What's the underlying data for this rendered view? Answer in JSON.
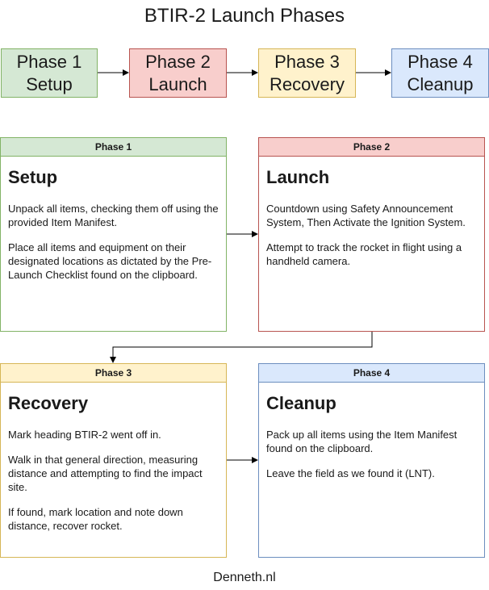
{
  "title": "BTIR-2 Launch Phases",
  "top_phases": [
    {
      "line1": "Phase 1",
      "line2": "Setup"
    },
    {
      "line1": "Phase 2",
      "line2": "Launch"
    },
    {
      "line1": "Phase 3",
      "line2": "Recovery"
    },
    {
      "line1": "Phase 4",
      "line2": "Cleanup"
    }
  ],
  "cards": [
    {
      "header": "Phase 1",
      "title": "Setup",
      "paragraphs": [
        "Unpack all items, checking them off using the provided Item Manifest.",
        "Place all items and equipment on their designated locations as dictated by the Pre-Launch Checklist found on the clipboard."
      ]
    },
    {
      "header": "Phase 2",
      "title": "Launch",
      "paragraphs": [
        "Countdown using Safety Announcement System, Then Activate the Ignition System.",
        "Attempt to track the rocket in flight using a handheld camera."
      ]
    },
    {
      "header": "Phase 3",
      "title": "Recovery",
      "paragraphs": [
        "Mark heading BTIR-2 went off in.",
        "Walk in that general direction, measuring distance and attempting to find the impact site.",
        "If found, mark location and note down distance, recover rocket."
      ]
    },
    {
      "header": "Phase 4",
      "title": "Cleanup",
      "paragraphs": [
        "Pack up all items using the Item Manifest found on the clipboard.",
        "Leave the field as we found it (LNT)."
      ]
    }
  ],
  "footer": "Denneth.nl",
  "colors": {
    "green_fill": "#d5e8d4",
    "green_stroke": "#82b366",
    "red_fill": "#f8cecc",
    "red_stroke": "#b85450",
    "yellow_fill": "#fff2cc",
    "yellow_stroke": "#d6b656",
    "blue_fill": "#dae8fc",
    "blue_stroke": "#6c8ebf"
  }
}
